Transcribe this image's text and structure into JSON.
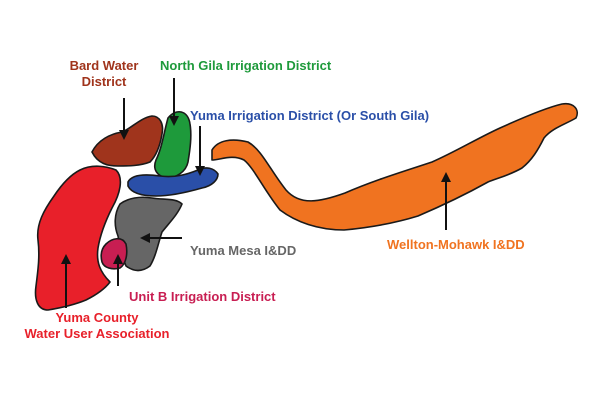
{
  "map": {
    "districts": [
      {
        "id": "bard",
        "lines": [
          "Bard Water",
          "District"
        ],
        "color": "#a0341c"
      },
      {
        "id": "north-gila",
        "lines": [
          "North Gila Irrigation District"
        ],
        "color": "#1e9a3b"
      },
      {
        "id": "yuma-id",
        "lines": [
          "Yuma Irrigation District (Or South Gila)"
        ],
        "color": "#2a4fa8"
      },
      {
        "id": "wellton-mohawk",
        "lines": [
          "Wellton-Mohawk I&DD"
        ],
        "color": "#f07320"
      },
      {
        "id": "yuma-mesa",
        "lines": [
          "Yuma Mesa I&DD"
        ],
        "color": "#666666"
      },
      {
        "id": "unit-b",
        "lines": [
          "Unit B Irrigation District"
        ],
        "color": "#c81e52"
      },
      {
        "id": "yuma-county",
        "lines": [
          "Yuma County",
          "Water User Association"
        ],
        "color": "#e8202a"
      }
    ]
  }
}
